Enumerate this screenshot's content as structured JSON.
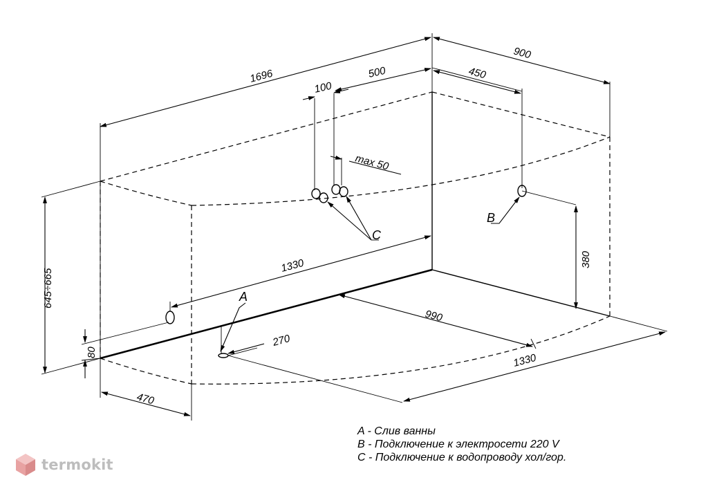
{
  "dimensions": {
    "overall_length": "1696",
    "overall_width": "900",
    "pipe_offset_500": "500",
    "pipe_spacing_100": "100",
    "outlet_offset_450": "450",
    "pipe_max_50": "max 50",
    "height_range": "645÷665",
    "outlet_height_380": "380",
    "front_length_1330": "1330",
    "diag_990": "990",
    "diag_1330": "1330",
    "drain_270": "270",
    "drain_height_80": "80",
    "front_offset_470": "470"
  },
  "markers": {
    "a": "A",
    "b": "B",
    "c": "C"
  },
  "legend": [
    "A - Слив ванны",
    "B - Подключение к электросети 220 V",
    "C - Подключение к водопроводу хол/гор."
  ],
  "brand": {
    "name": "termokit",
    "logo_color": "#e8a2a2"
  }
}
